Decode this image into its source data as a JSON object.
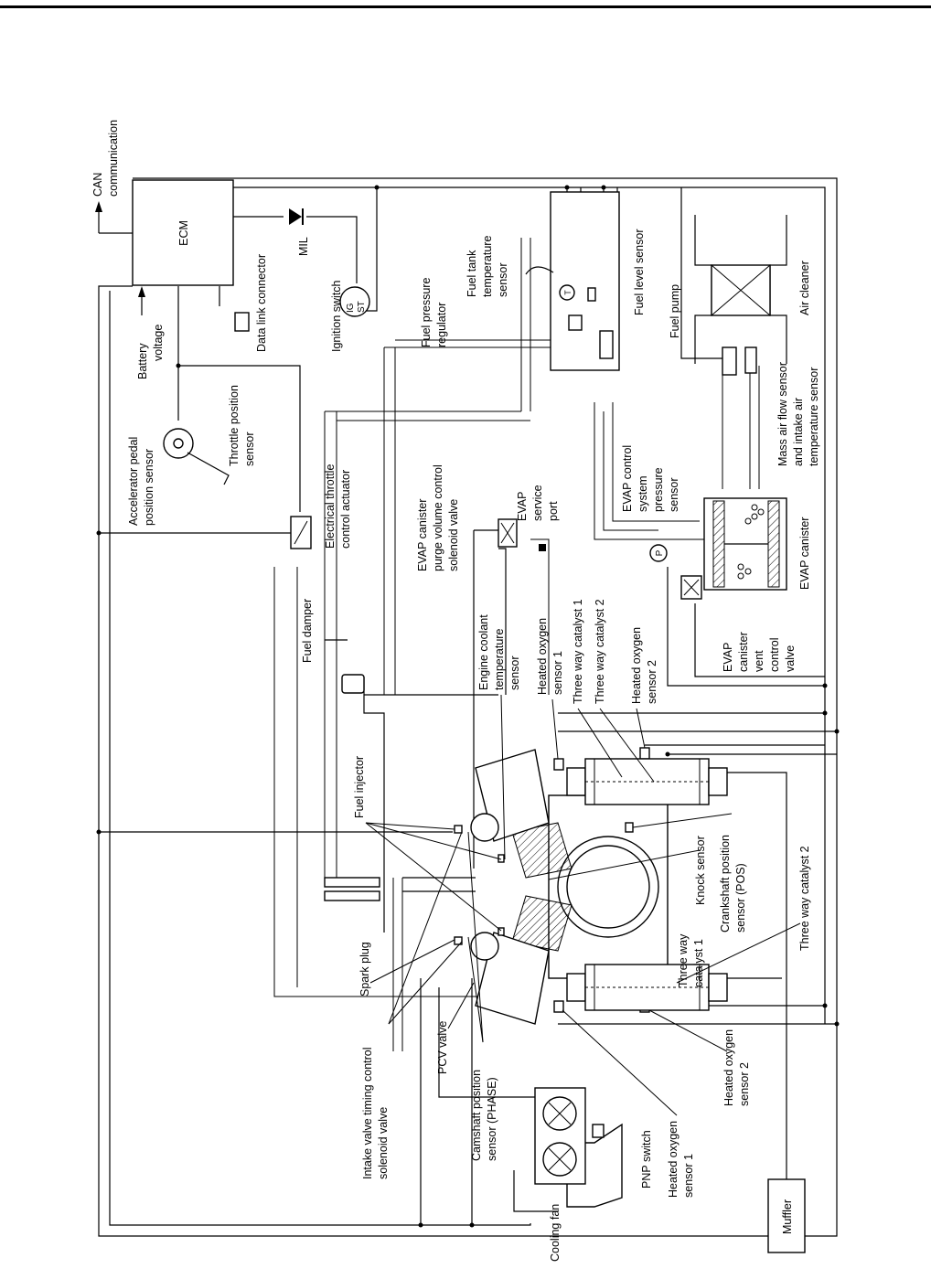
{
  "labels": {
    "can": "CAN",
    "communication": "communication",
    "ecm": "ECM",
    "mil": "MIL",
    "battery_1": "Battery",
    "battery_2": "voltage",
    "data_link": "Data link connector",
    "ignition_switch": "Ignition switch",
    "ig": "IG",
    "st": "ST",
    "fuel_pressure_regulator_1": "Fuel pressure",
    "fuel_pressure_regulator_2": "regulator",
    "fuel_tank_temp_1": "Fuel tank",
    "fuel_tank_temp_2": "temperature",
    "fuel_tank_temp_3": "sensor",
    "fuel_level_sensor": "Fuel level sensor",
    "fuel_pump": "Fuel pump",
    "air_cleaner": "Air cleaner",
    "maf_1": "Mass air flow sensor",
    "maf_2": "and intake air",
    "maf_3": "temperature sensor",
    "accel_1": "Accelerator pedal",
    "accel_2": "position sensor",
    "throttle_pos_1": "Throttle position",
    "throttle_pos_2": "sensor",
    "etca_1": "Electrical throttle",
    "etca_2": "control actuator",
    "evap_purge_1": "EVAP canister",
    "evap_purge_2": "purge volume control",
    "evap_purge_3": "solenoid valve",
    "evap_service_1": "EVAP",
    "evap_service_2": "service",
    "evap_service_3": "port",
    "evap_pressure_1": "EVAP control",
    "evap_pressure_2": "system",
    "evap_pressure_3": "pressure",
    "evap_pressure_4": "sensor",
    "evap_canister": "EVAP canister",
    "evap_vent_1": "EVAP",
    "evap_vent_2": "canister",
    "evap_vent_3": "vent",
    "evap_vent_4": "control",
    "evap_vent_5": "valve",
    "fuel_damper": "Fuel damper",
    "ect_1": "Engine coolant",
    "ect_2": "temperature",
    "ect_3": "sensor",
    "ho2s1_a_1": "Heated oxygen",
    "ho2s1_a_2": "sensor 1",
    "twc1_a": "Three way catalyst 1",
    "twc2_a": "Three way catalyst 2",
    "ho2s2_a_1": "Heated oxygen",
    "ho2s2_a_2": "sensor 2",
    "fuel_injector": "Fuel injector",
    "knock_sensor": "Knock sensor",
    "ckp_1": "Crankshaft position",
    "ckp_2": "sensor (POS)",
    "twc1_b_1": "Three way",
    "twc1_b_2": "catalyst 1",
    "twc2_b": "Three way catalyst 2",
    "spark_plug": "Spark plug",
    "ivt_1": "Intake valve timing control",
    "ivt_2": "solenoid valve",
    "pcv_valve": "PCV valve",
    "cmp_1": "Camshaft position",
    "cmp_2": "sensor (PHASE)",
    "ho2s2_b_1": "Heated oxygen",
    "ho2s2_b_2": "sensor 2",
    "ho2s1_b_1": "Heated oxygen",
    "ho2s1_b_2": "sensor 1",
    "pnp_switch": "PNP switch",
    "cooling_fan": "Cooling fan",
    "muffler": "Muffler",
    "pressure_p": "P",
    "temp_t": "T"
  }
}
